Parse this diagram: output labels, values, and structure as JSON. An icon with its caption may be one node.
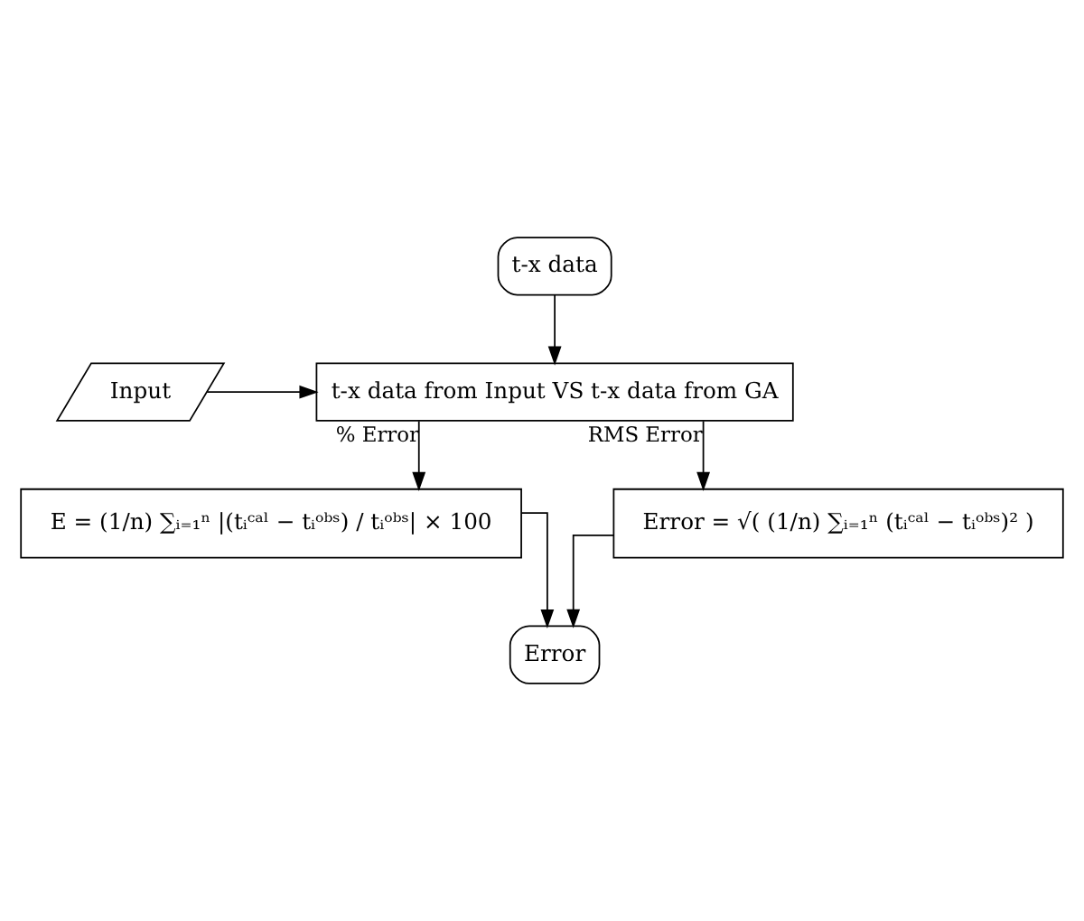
{
  "diagram": {
    "nodes": [
      {
        "text": [
          "t-x data"
        ]
      },
      {
        "text": [
          "Input"
        ]
      },
      {
        "text": [
          "t-x data from Input VS t-x data from GA"
        ]
      },
      {
        "text": [
          "E = (1/n) ∑ᵢ₌₁ⁿ |(tᵢᶜᵃˡ − tᵢᵒᵇˢ) / tᵢᵒᵇˢ| × 100"
        ]
      },
      {
        "text": [
          "Error = √( (1/n) ∑ᵢ₌₁ⁿ (tᵢᶜᵃˡ − tᵢᵒᵇˢ)² )"
        ]
      },
      {
        "text": [
          "Error"
        ]
      }
    ],
    "edges": [
      {
        "from": 0,
        "to": 2,
        "arrow": "to"
      },
      {
        "from": 1,
        "to": 2,
        "arrow": "to"
      },
      {
        "from": 2,
        "to": 3,
        "arrow": "to",
        "label": "% Error"
      },
      {
        "from": 2,
        "to": 4,
        "arrow": "to",
        "label": "RMS Error"
      },
      {
        "from": 3,
        "to": 5,
        "arrow": "to"
      },
      {
        "from": 4,
        "to": 5,
        "arrow": "to"
      }
    ]
  }
}
